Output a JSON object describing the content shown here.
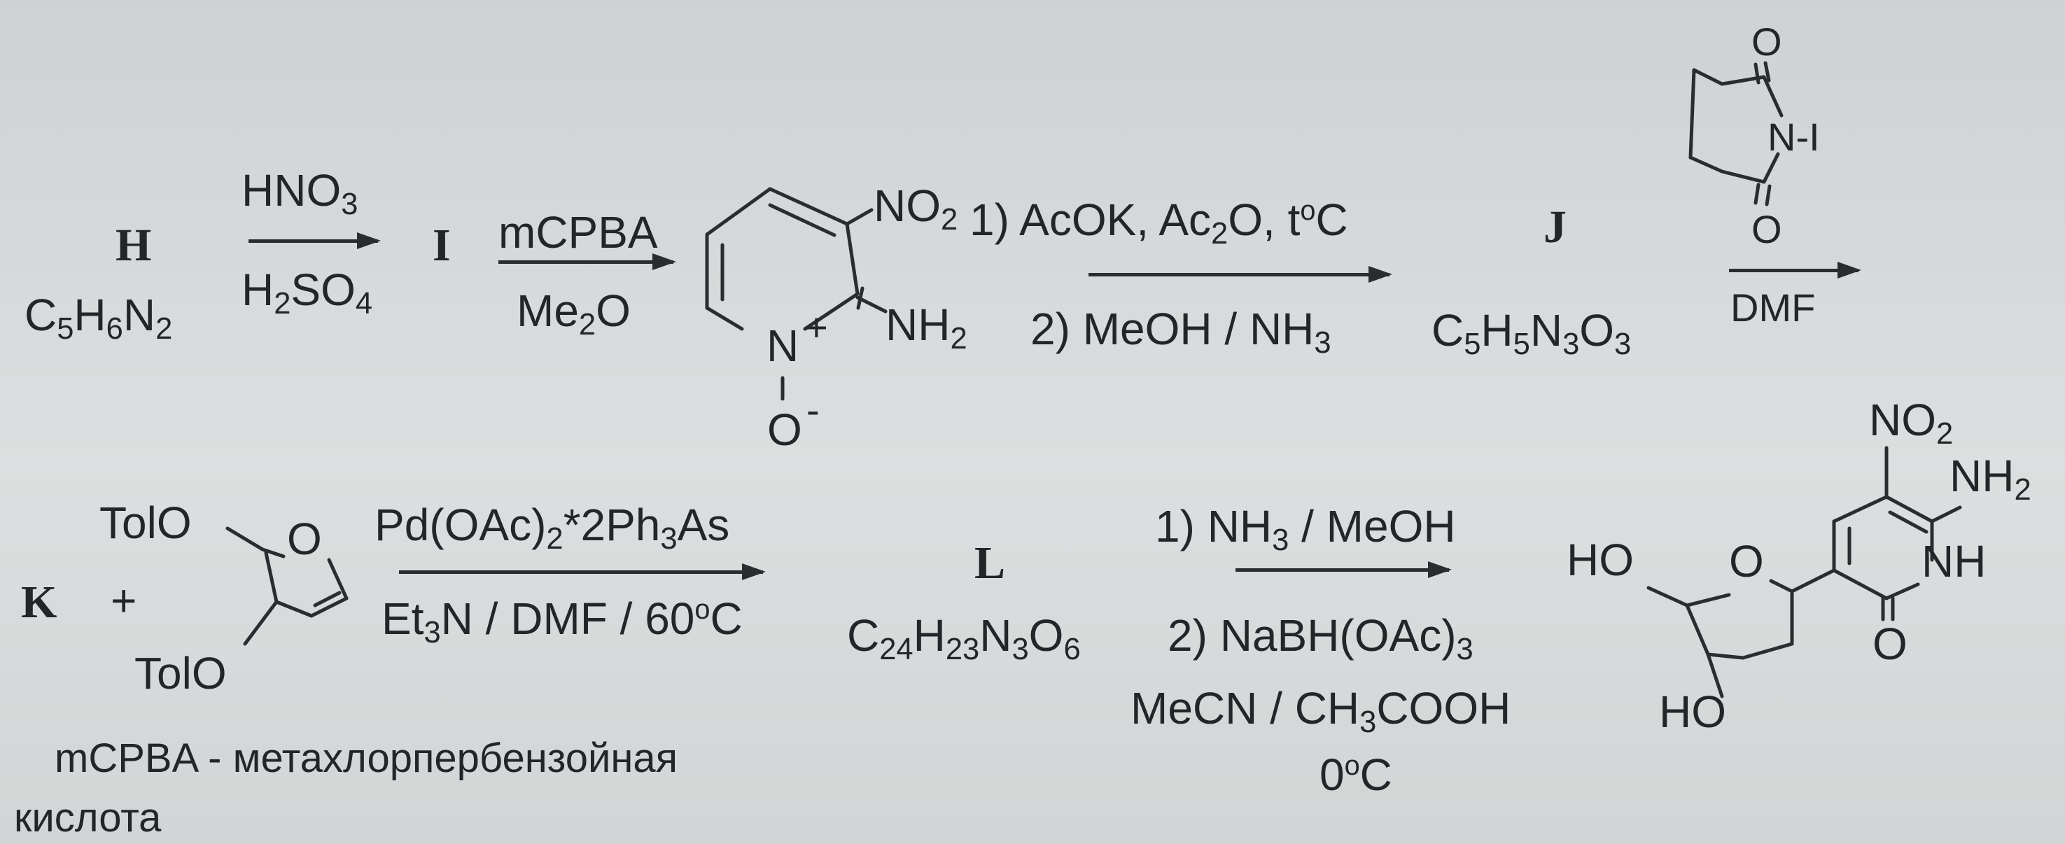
{
  "compounds": {
    "H": {
      "letter": "H",
      "formula": "C5H6N2"
    },
    "I": {
      "letter": "I"
    },
    "J": {
      "letter": "J",
      "formula": "C5H5N3O3"
    },
    "K": {
      "letter": "K"
    },
    "L": {
      "letter": "L",
      "formula": "C24H23N3O6"
    }
  },
  "steps": {
    "step1": {
      "above": "HNO3",
      "below": "H2SO4"
    },
    "step2": {
      "above": "mCPBA",
      "below": "Me2O"
    },
    "step3": {
      "above": "1) AcOK, Ac2O, t°C",
      "below": "2) MeOH / NH3"
    },
    "step4": {
      "below": "DMF"
    },
    "step5": {
      "above": "Pd(OAc)2*2Ph3As",
      "below": "Et3N / DMF / 60°C"
    },
    "step6": {
      "above": "1) NH3 / MeOH",
      "below1": "2) NaBH(OAc)3",
      "below2": "MeCN / CH3COOH",
      "below3": "0°C"
    }
  },
  "structures": {
    "pyridine_oxide": {
      "no2": "NO2",
      "nh2": "NH2",
      "n": "N",
      "plus": "+",
      "o": "O",
      "minus": "-"
    },
    "nis": {
      "o_top": "O",
      "n_i": "N-I",
      "o_bottom": "O"
    },
    "glycal": {
      "tolo_top": "TolO",
      "ring_o": "O",
      "tolo_bottom": "TolO",
      "plus": "+"
    },
    "product": {
      "no2": "NO2",
      "nh2": "NH2",
      "nh": "NH",
      "o_carbonyl": "O",
      "ho_top": "HO",
      "ring_o": "O",
      "ho_bottom": "HO"
    }
  },
  "footnote": {
    "line1": "mCPBA - метахлорпербензойная",
    "line2": "кислота"
  }
}
